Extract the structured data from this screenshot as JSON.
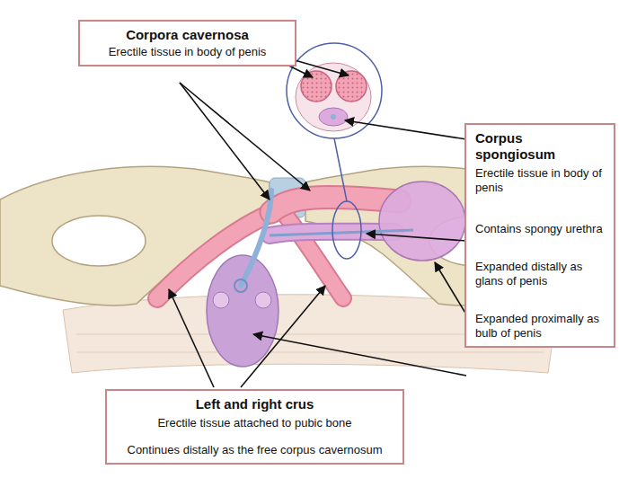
{
  "diagram": {
    "nodes": [
      {
        "text": [
          "Corpora cavernosa",
          "Erectile tissue in body of penis"
        ]
      },
      {
        "text": [
          "Corpus spongiosum",
          "Erectile tissue in body of penis",
          "Contains spongy urethra",
          "Expanded distally as glans of penis",
          "Expanded proximally as bulb of penis"
        ]
      },
      {
        "text": [
          "Left and right crus",
          "Erectile tissue attached to pubic bone",
          "Continues distally as the free corpus cavernosum"
        ]
      }
    ]
  }
}
